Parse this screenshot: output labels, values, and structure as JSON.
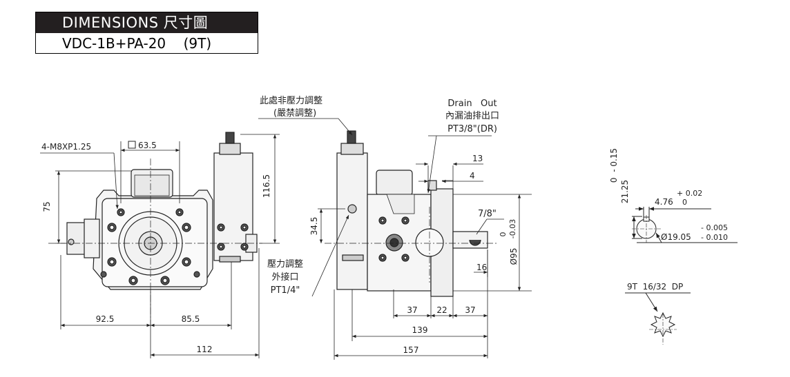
{
  "header": {
    "title": "DIMENSIONS 尺寸圖",
    "model": "VDC-1B+PA-20",
    "teeth_code": "(9T)"
  },
  "front_view": {
    "thread_note": "4-M8XP1.25",
    "square_size": "63.5",
    "dim_left_height": "75",
    "dim_right_height": "116.5",
    "dim_left_width": "92.5",
    "dim_right_width": "85.5",
    "dim_total_width": "112",
    "adjust_note_line1": "此處非壓力調整",
    "adjust_note_line2": "(嚴禁調整)"
  },
  "side_view": {
    "pressure_port_line1": "壓力調整",
    "pressure_port_line2": "外接口",
    "pressure_port_line3": "PT1/4\"",
    "dim_port_height": "34.5",
    "drain_line1": "Drain   Out",
    "drain_line2": "內漏油排出口",
    "drain_line3": "PT3/8\"(DR)",
    "dim_13": "13",
    "dim_4": "4",
    "dim_key": "7/8\"",
    "dim_pilot": "Ø95",
    "dim_pilot_tol_upper": "0",
    "dim_pilot_tol_lower": "-0.03",
    "dim_16": "16",
    "dim_37a": "37",
    "dim_22": "22",
    "dim_37b": "37",
    "dim_139": "139",
    "dim_157": "157"
  },
  "shaft_detail": {
    "key_height": "21.25",
    "key_height_tol": "0  - 0.15",
    "key_width": "4.76",
    "key_width_tol_upper": "+ 0.02",
    "key_width_tol_lower": "0",
    "shaft_dia": "Ø19.05",
    "shaft_dia_tol_upper": "- 0.005",
    "shaft_dia_tol_lower": "- 0.010",
    "spline_note": "9T  16/32  DP"
  }
}
